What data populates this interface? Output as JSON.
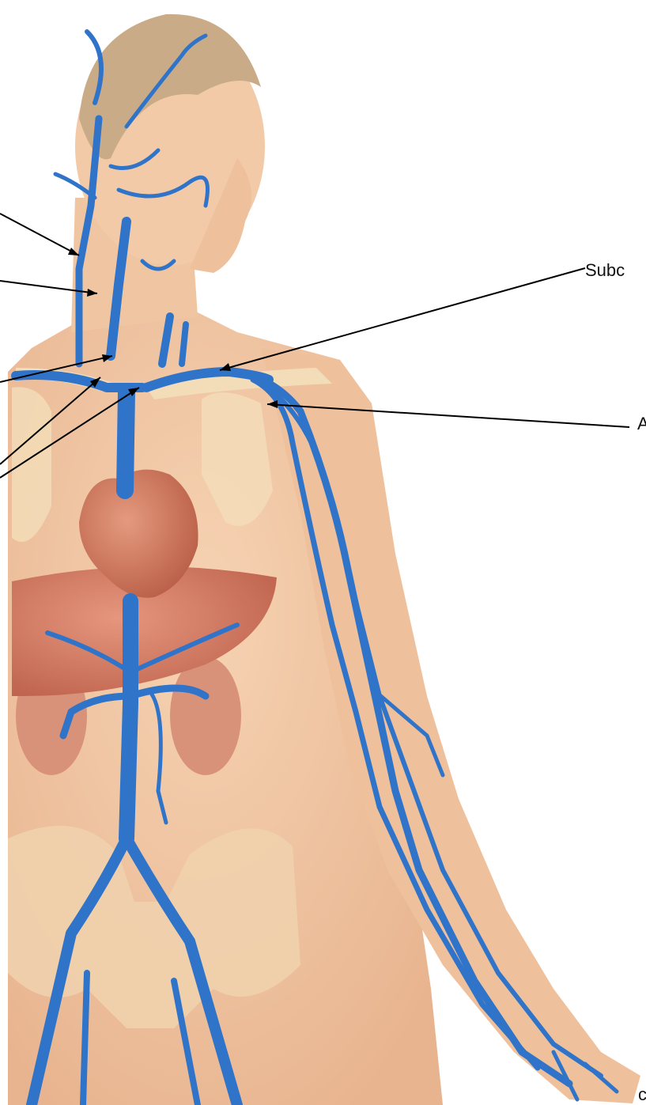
{
  "diagram": {
    "labels": {
      "subclavian": "Subc",
      "axillary": "A",
      "bottom_partial": "c"
    }
  },
  "colors": {
    "skin": "#f2c9a6",
    "skin_shadow": "#e7b08c",
    "hair": "#b89a78",
    "vein": "#2f74c9",
    "vein_dark": "#1f5aa8",
    "heart": "#c96e55",
    "liver": "#cf7a63",
    "bone": "#f3dcb8",
    "leader_line": "#000000"
  }
}
